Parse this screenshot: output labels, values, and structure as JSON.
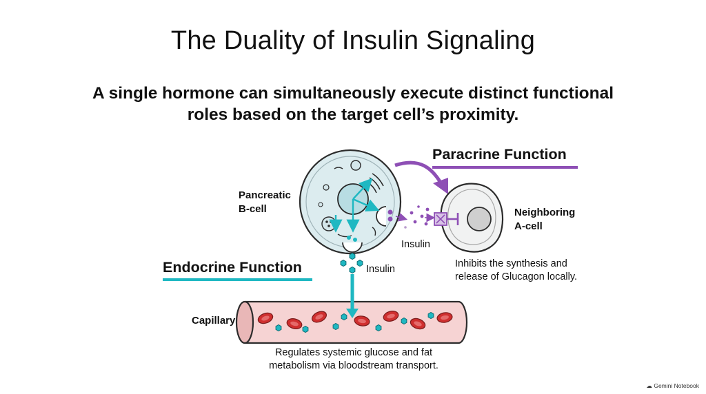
{
  "title": "The Duality of Insulin Signaling",
  "subtitle_line1": "A single hormone can simultaneously execute distinct functional",
  "subtitle_line2": "roles based on the target cell’s proximity.",
  "labels": {
    "b_cell_1": "Pancreatic",
    "b_cell_2": "B-cell",
    "a_cell_1": "Neighboring",
    "a_cell_2": "A-cell",
    "capillary": "Capillary",
    "insulin_endocrine": "Insulin",
    "insulin_paracrine": "Insulin"
  },
  "paracrine": {
    "heading": "Paracrine Function",
    "note_line1": "Inhibits the synthesis and",
    "note_line2": "release of Glucagon locally."
  },
  "endocrine": {
    "heading": "Endocrine Function",
    "note_line1": "Regulates systemic glucose and fat",
    "note_line2": "metabolism via bloodstream transport."
  },
  "footer": "Gemini Notebook",
  "colors": {
    "paracrine": "#8e4fb5",
    "endocrine": "#1fb8c2",
    "cell_fill": "#dcecef",
    "vessel": "#f6d3d3",
    "rbc": "#cf2f2f"
  }
}
